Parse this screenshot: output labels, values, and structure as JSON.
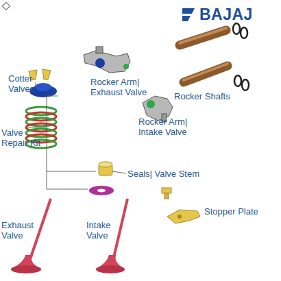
{
  "diagram": {
    "labels": [
      "BAJAJ",
      "Cotter Valves",
      "Rocker Arm| Exhaust Valve",
      "Rocker Shafts",
      "Rocker Arm| Intake Valve",
      "Valve Repair Kit",
      "Seals| Valve Stem",
      "Stopper Plate",
      "Exhaust Valve",
      "Intake Valve"
    ]
  }
}
